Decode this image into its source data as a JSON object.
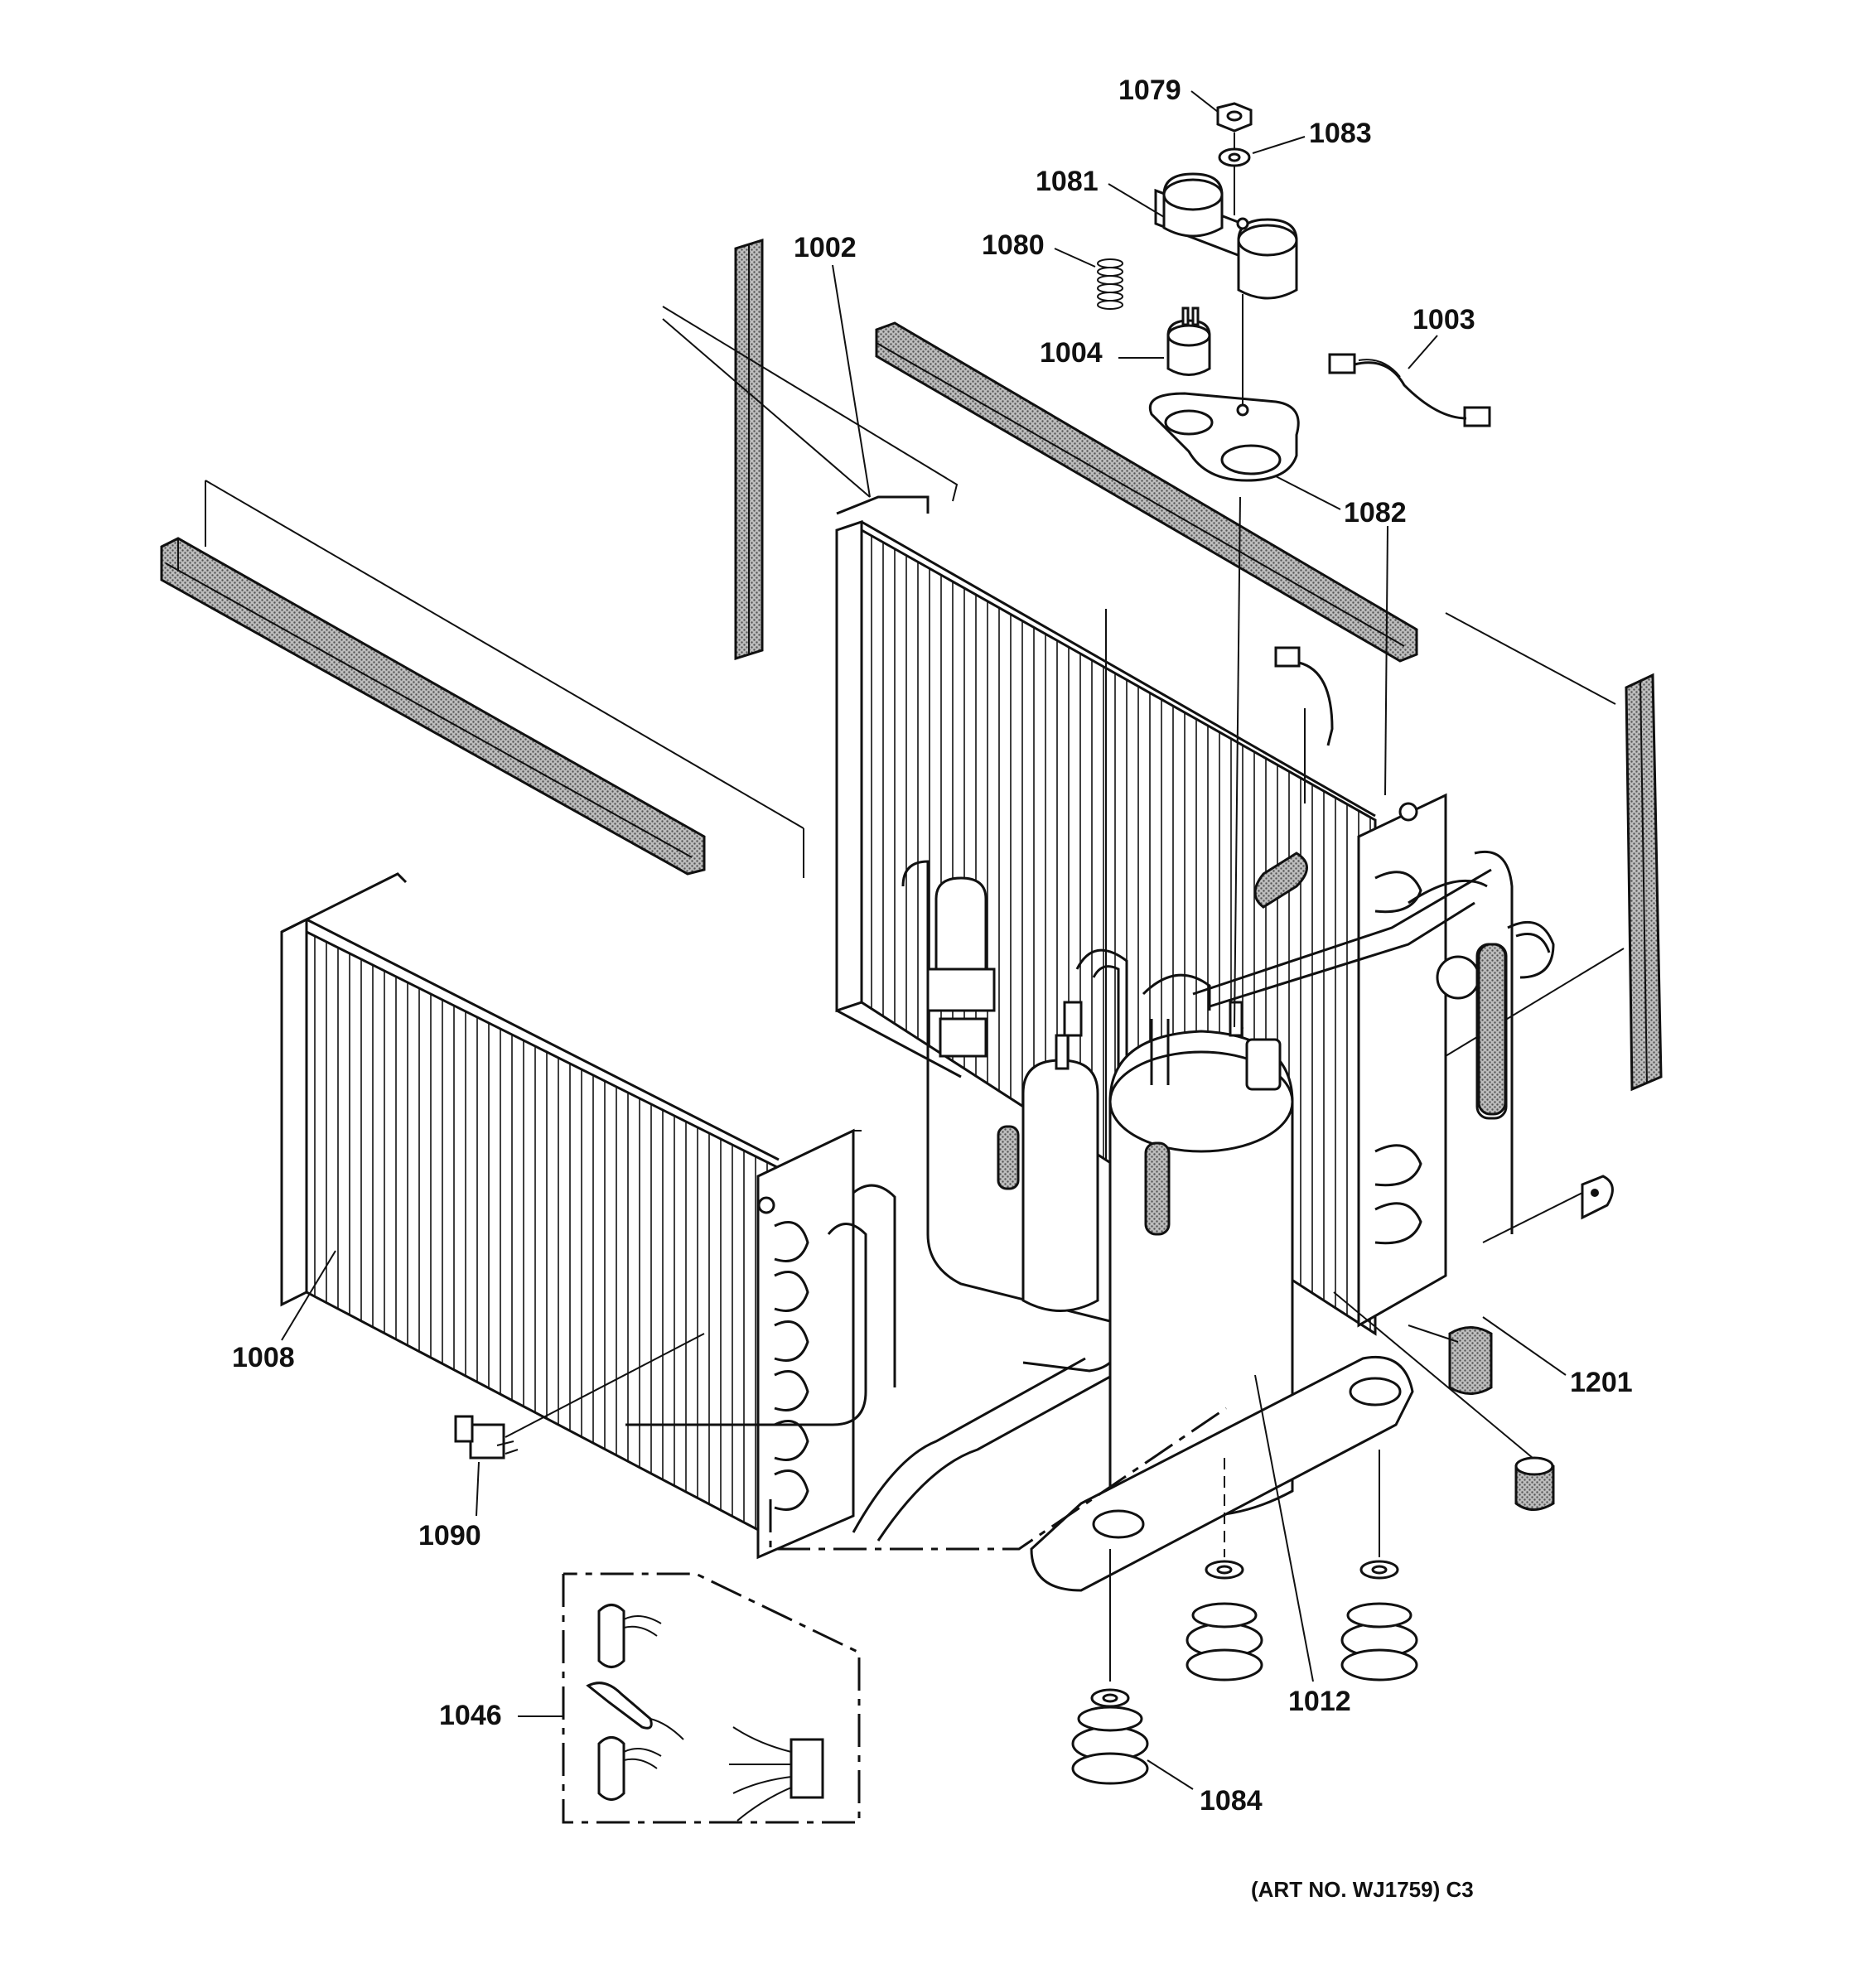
{
  "diagram": {
    "part_labels": {
      "p1079": "1079",
      "p1083": "1083",
      "p1081": "1081",
      "p1080": "1080",
      "p1002": "1002",
      "p1004": "1004",
      "p1003": "1003",
      "p1082": "1082",
      "p1008": "1008",
      "p1201": "1201",
      "p1090": "1090",
      "p1046": "1046",
      "p1012": "1012",
      "p1084": "1084"
    },
    "art_caption": "(ART NO. WJ1759) C3"
  }
}
